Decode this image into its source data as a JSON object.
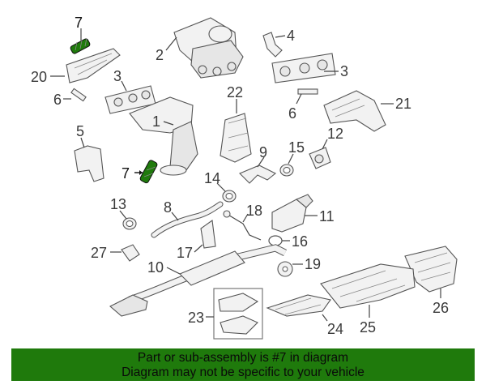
{
  "diagram": {
    "callouts": [
      {
        "id": "c7a",
        "label": "7"
      },
      {
        "id": "c2",
        "label": "2"
      },
      {
        "id": "c4",
        "label": "4"
      },
      {
        "id": "c20",
        "label": "20"
      },
      {
        "id": "c3a",
        "label": "3"
      },
      {
        "id": "c3b",
        "label": "3"
      },
      {
        "id": "c6a",
        "label": "6"
      },
      {
        "id": "c22",
        "label": "22"
      },
      {
        "id": "c21",
        "label": "21"
      },
      {
        "id": "c6b",
        "label": "6"
      },
      {
        "id": "c1",
        "label": "1"
      },
      {
        "id": "c5",
        "label": "5"
      },
      {
        "id": "c12",
        "label": "12"
      },
      {
        "id": "c15",
        "label": "15"
      },
      {
        "id": "c9",
        "label": "9"
      },
      {
        "id": "c7b",
        "label": "7"
      },
      {
        "id": "c14",
        "label": "14"
      },
      {
        "id": "c13",
        "label": "13"
      },
      {
        "id": "c8",
        "label": "8"
      },
      {
        "id": "c18",
        "label": "18"
      },
      {
        "id": "c11",
        "label": "11"
      },
      {
        "id": "c27",
        "label": "27"
      },
      {
        "id": "c17",
        "label": "17"
      },
      {
        "id": "c16",
        "label": "16"
      },
      {
        "id": "c10",
        "label": "10"
      },
      {
        "id": "c19",
        "label": "19"
      },
      {
        "id": "c26",
        "label": "26"
      },
      {
        "id": "c23",
        "label": "23"
      },
      {
        "id": "c24",
        "label": "24"
      },
      {
        "id": "c25",
        "label": "25"
      }
    ],
    "highlight_color": "#1f7a0c"
  },
  "banner": {
    "line1": "Part or sub-assembly is #7 in diagram",
    "line2": "Diagram may not be specific to your vehicle"
  }
}
